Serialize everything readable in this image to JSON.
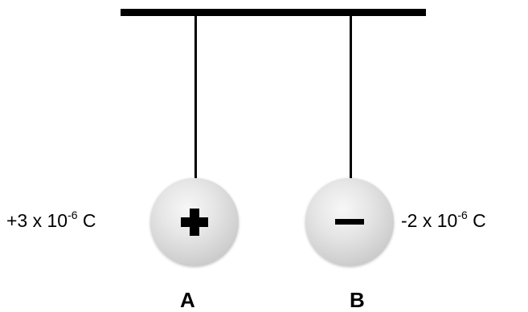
{
  "diagram": {
    "sphere_a": {
      "letter": "A",
      "sign_icon": "plus-icon",
      "charge_coefficient": "+3 x 10",
      "charge_exponent": "-6",
      "charge_unit": " C"
    },
    "sphere_b": {
      "letter": "B",
      "sign_icon": "minus-icon",
      "charge_coefficient": "-2 x 10",
      "charge_exponent": "-6",
      "charge_unit": " C"
    }
  }
}
